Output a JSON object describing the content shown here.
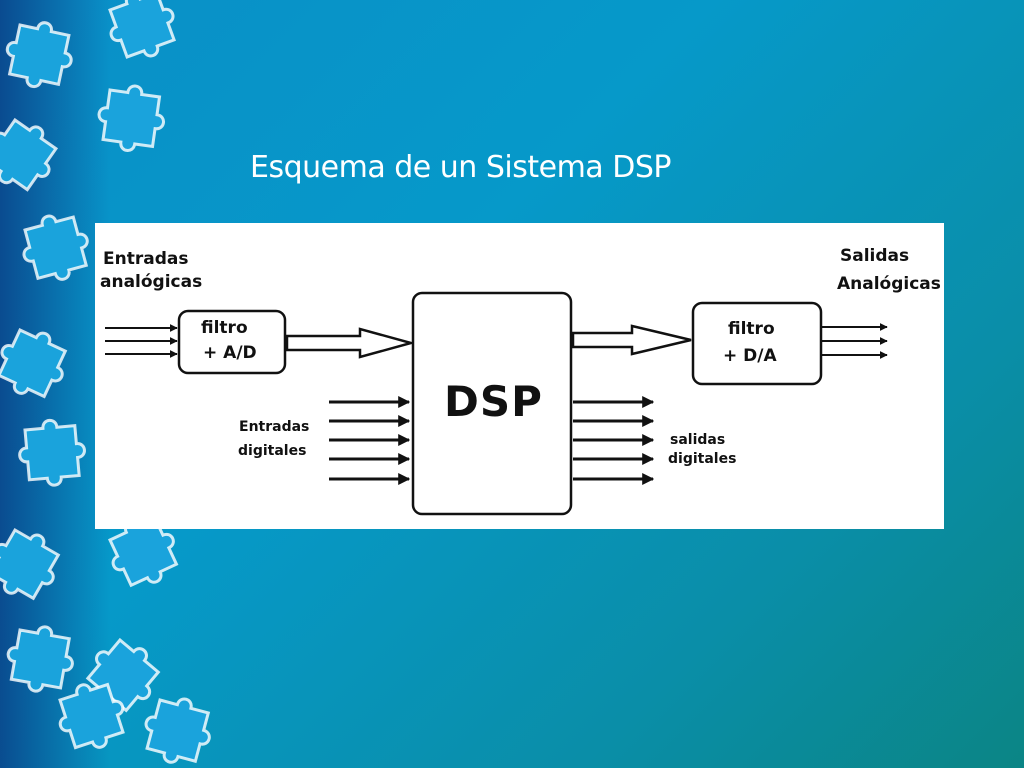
{
  "slide": {
    "title": "Esquema de un Sistema DSP"
  },
  "diagram": {
    "inputs_analog": [
      "Entradas",
      "analógicas"
    ],
    "adc_block": [
      "filtro",
      "+ A/D"
    ],
    "dsp_block": "DSP",
    "dac_block": [
      "filtro",
      "+ D/A"
    ],
    "outputs_analog": [
      "Salidas",
      "Analógicas"
    ],
    "inputs_digital": [
      "Entradas",
      "digitales"
    ],
    "outputs_digital": [
      "salidas",
      "digitales"
    ]
  },
  "colors": {
    "background_start": "#0a8fc8",
    "background_end": "#0b8585",
    "panel": "#ffffff",
    "ink": "#111111"
  }
}
